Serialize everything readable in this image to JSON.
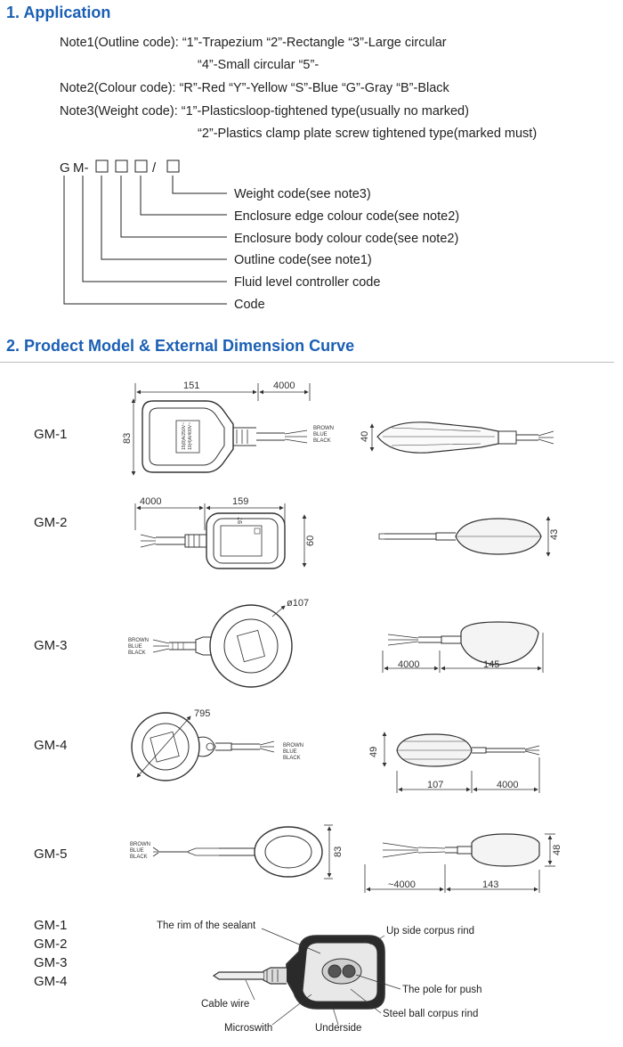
{
  "section1": {
    "title": "1. Application",
    "notes": [
      "Note1(Outline code): “1”-Trapezium  “2”-Rectangle  “3”-Large circular",
      "“4”-Small circular  “5”-",
      "Note2(Colour code): “R”-Red  “Y”-Yellow  “S”-Blue  “G”-Gray  “B”-Black",
      "Note3(Weight code): “1”-Plasticsloop-tightened type(usually no marked)",
      "“2”-Plastics clamp plate screw tightened type(marked must)"
    ],
    "code_prefix_g": "G",
    "code_prefix_m": "M-",
    "code_slash": "/",
    "code_labels": [
      "Weight code(see note3)",
      "Enclosure edge colour code(see note2)",
      "Enclosure body colour code(see note2)",
      "Outline code(see note1)",
      "Fluid level controller code",
      "Code"
    ]
  },
  "section2": {
    "title": "2. Prodect Model & External Dimension Curve",
    "models": [
      "GM-1",
      "GM-2",
      "GM-3",
      "GM-4",
      "GM-5"
    ],
    "gm1": {
      "width": "151",
      "cable": "4000",
      "height": "83",
      "side": "40",
      "label_text": "15(8)A/250V~",
      "label_text2": "10(4)A/400V~"
    },
    "gm2": {
      "cable": "4000",
      "width": "159",
      "height": "60",
      "inner": "97",
      "side": "43"
    },
    "gm3": {
      "diameter": "ø107",
      "cable": "4000",
      "length": "145"
    },
    "gm4": {
      "diameter": "795",
      "height": "49",
      "length": "107",
      "cable": "4000"
    },
    "gm5": {
      "height": "83",
      "side": "48",
      "cable": "~4000",
      "length": "143"
    },
    "wire_colors": [
      "BROWN",
      "BLUE",
      "BLACK"
    ],
    "parts_models": [
      "GM-1",
      "GM-2",
      "GM-3",
      "GM-4"
    ],
    "parts": {
      "rim": "The rim of the sealant",
      "upside": "Up side corpus rind",
      "pole": "The pole for push",
      "cable": "Cable wire",
      "steel": "Steel ball corpus rind",
      "micro": "Microswith",
      "underside": "Underside"
    }
  }
}
